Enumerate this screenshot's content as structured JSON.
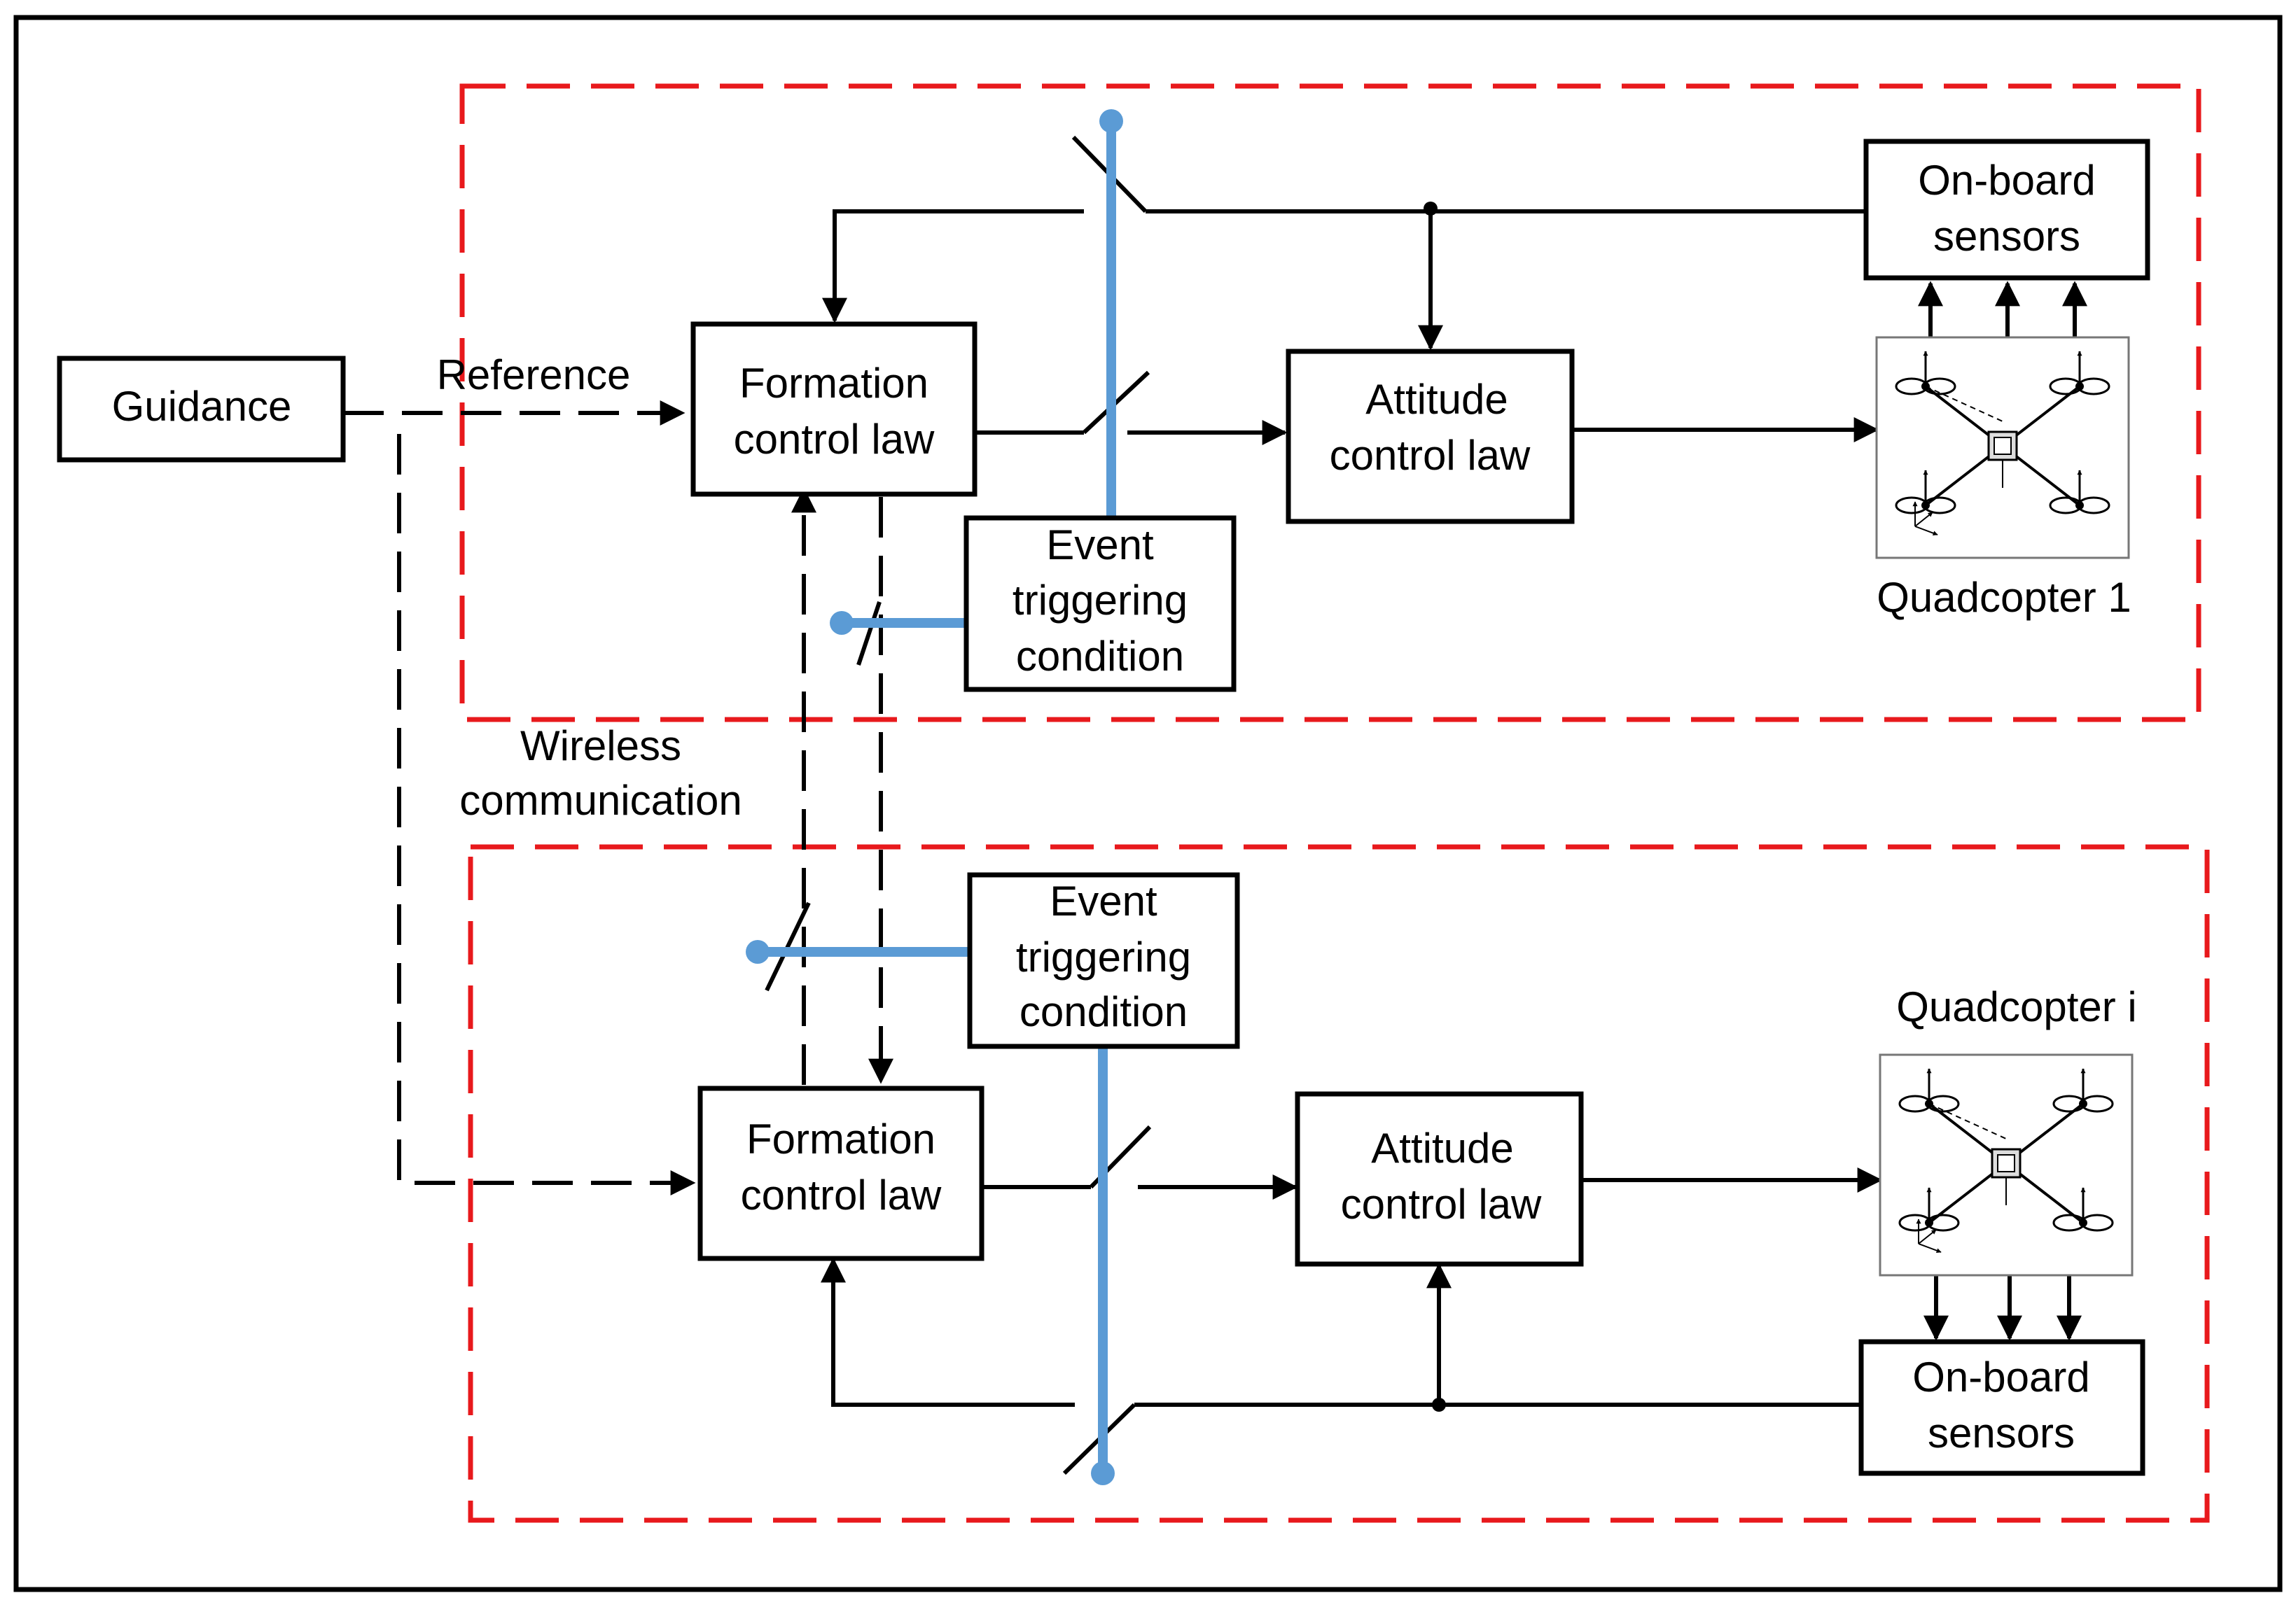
{
  "labels": {
    "guidance": "Guidance",
    "reference": "Reference",
    "wireless_line1": "Wireless",
    "wireless_line2": "communication",
    "quadcopter_top": "Quadcopter 1",
    "quadcopter_bottom": "Quadcopter i"
  },
  "top_group": {
    "formation_line1": "Formation",
    "formation_line2": "control law",
    "attitude_line1": "Attitude",
    "attitude_line2": "control law",
    "sensors_line1": "On-board",
    "sensors_line2": "sensors",
    "event_line1": "Event",
    "event_line2": "triggering",
    "event_line3": "condition"
  },
  "bottom_group": {
    "formation_line1": "Formation",
    "formation_line2": "control law",
    "attitude_line1": "Attitude",
    "attitude_line2": "control law",
    "sensors_line1": "On-board",
    "sensors_line2": "sensors",
    "event_line1": "Event",
    "event_line2": "triggering",
    "event_line3": "condition"
  },
  "colors": {
    "group_border": "#e8191c",
    "trigger_bar": "#5b9bd5",
    "line": "#000000",
    "frame": "#000000"
  },
  "icons": {
    "quadcopter": "quadcopter-schematic-icon",
    "switch": "switch-symbol"
  }
}
